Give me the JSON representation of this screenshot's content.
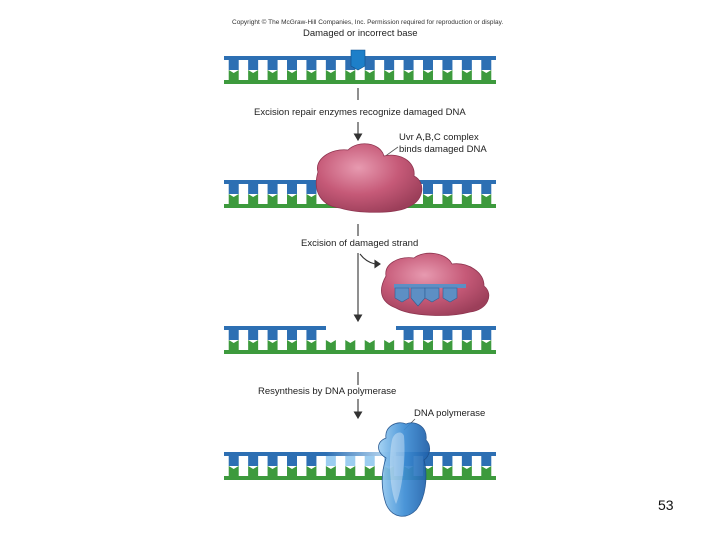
{
  "copyright": "Copyright © The McGraw-Hill Companies, Inc. Permission required for reproduction or display.",
  "labels": {
    "damaged_base": "Damaged or incorrect base",
    "step1": "Excision repair enzymes recognize damaged DNA",
    "complex": [
      "Uvr A,B,C complex",
      "binds damaged DNA"
    ],
    "step2": "Excision of damaged strand",
    "step3": "Resynthesis by DNA polymerase",
    "polymerase": "DNA polymerase"
  },
  "page_number": "53",
  "colors": {
    "top_strand": "#2d6fb3",
    "bottom_strand": "#3d9a3d",
    "damaged": "#1d7fc9",
    "complex": "#c25873",
    "polymerase": "#3f8fd6",
    "new_strand": "#8fc8ef"
  }
}
